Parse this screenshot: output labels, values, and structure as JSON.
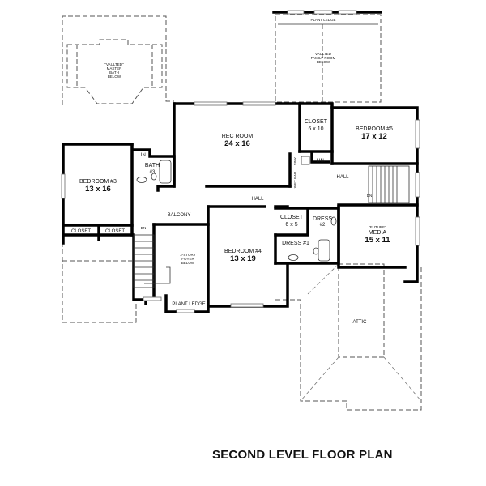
{
  "title": "SECOND LEVEL FLOOR PLAN",
  "rooms": {
    "vaulted_master_bath": {
      "line1": "\"VAULTED\"",
      "line2": "MASTER",
      "line3": "BATH",
      "line4": "BELOW"
    },
    "plant_ledge_top": {
      "label": "PLANT LEDGE"
    },
    "vaulted_family_room": {
      "line1": "\"VAULTED\"",
      "line2": "FAMILY ROOM",
      "line3": "BELOW"
    },
    "rec_room": {
      "name": "REC ROOM",
      "size": "24 x 16"
    },
    "closet_6x10": {
      "name": "CLOSET",
      "size": "6 x 10"
    },
    "bedroom_6": {
      "name": "BEDROOM #6",
      "size": "17 x 12"
    },
    "lin_1": {
      "name": "LIN."
    },
    "bath_3": {
      "name": "BATH",
      "num": "#3"
    },
    "bedroom_3": {
      "name": "BEDROOM #3",
      "size": "13 x 16"
    },
    "closet_left": {
      "name": "CLOSET"
    },
    "closet_right": {
      "name": "CLOSET"
    },
    "lin_2": {
      "name": "LIN."
    },
    "sink": {
      "name": "SINK"
    },
    "wet_bar": {
      "name": "WET BAR"
    },
    "hall_upper": {
      "name": "HALL"
    },
    "hall_main": {
      "name": "HALL"
    },
    "stair_dn_right": {
      "name": "DN"
    },
    "balcony": {
      "name": "BALCONY"
    },
    "stair_dn_left": {
      "name": "DN"
    },
    "foyer": {
      "line1": "\"2-STORY\"",
      "line2": "FOYER",
      "line3": "BELOW"
    },
    "bedroom_4": {
      "name": "BEDROOM #4",
      "size": "13 x 19"
    },
    "closet_6x5": {
      "name": "CLOSET",
      "size": "6 x 5"
    },
    "dress_2": {
      "name": "DRESS",
      "num": "#2"
    },
    "dress_1": {
      "name": "DRESS #1"
    },
    "media": {
      "line1": "\"FUTURE\"",
      "name": "MEDIA",
      "size": "15 x 11"
    },
    "plant_ledge_bottom": {
      "label": "PLANT LEDGE"
    },
    "attic": {
      "name": "ATTIC"
    }
  }
}
